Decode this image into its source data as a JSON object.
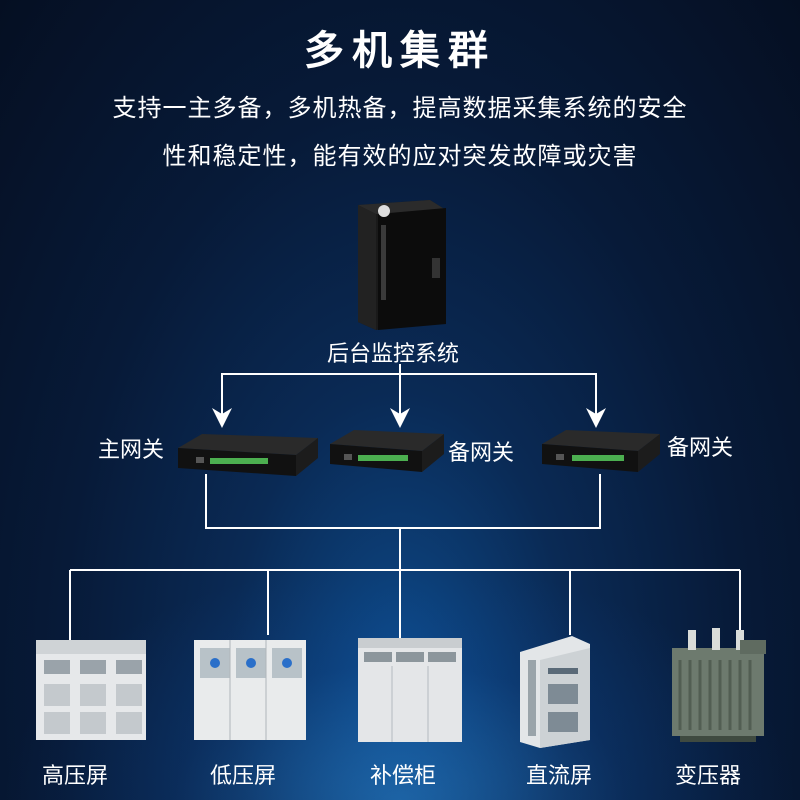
{
  "title": "多机集群",
  "subtitle_line1": "支持一主多备，多机热备，提高数据采集系统的安全",
  "subtitle_line2": "性和稳定性，能有效的应对突发故障或灾害",
  "server": {
    "label": "后台监控系统",
    "icon": "tower-server-icon"
  },
  "gateways": [
    {
      "label": "主网关",
      "icon": "rack-gateway-icon"
    },
    {
      "label": "备网关",
      "icon": "rack-gateway-icon"
    },
    {
      "label": "备网关",
      "icon": "rack-gateway-icon"
    }
  ],
  "equipment": [
    {
      "label": "高压屏",
      "icon": "high-voltage-cabinet-icon"
    },
    {
      "label": "低压屏",
      "icon": "low-voltage-cabinet-icon"
    },
    {
      "label": "补偿柜",
      "icon": "compensation-cabinet-icon"
    },
    {
      "label": "直流屏",
      "icon": "dc-panel-icon"
    },
    {
      "label": "变压器",
      "icon": "transformer-icon"
    }
  ],
  "colors": {
    "background": "#071a38",
    "wire": "#ffffff",
    "accent": "#3aaaff",
    "terminal": "#4caf50"
  }
}
